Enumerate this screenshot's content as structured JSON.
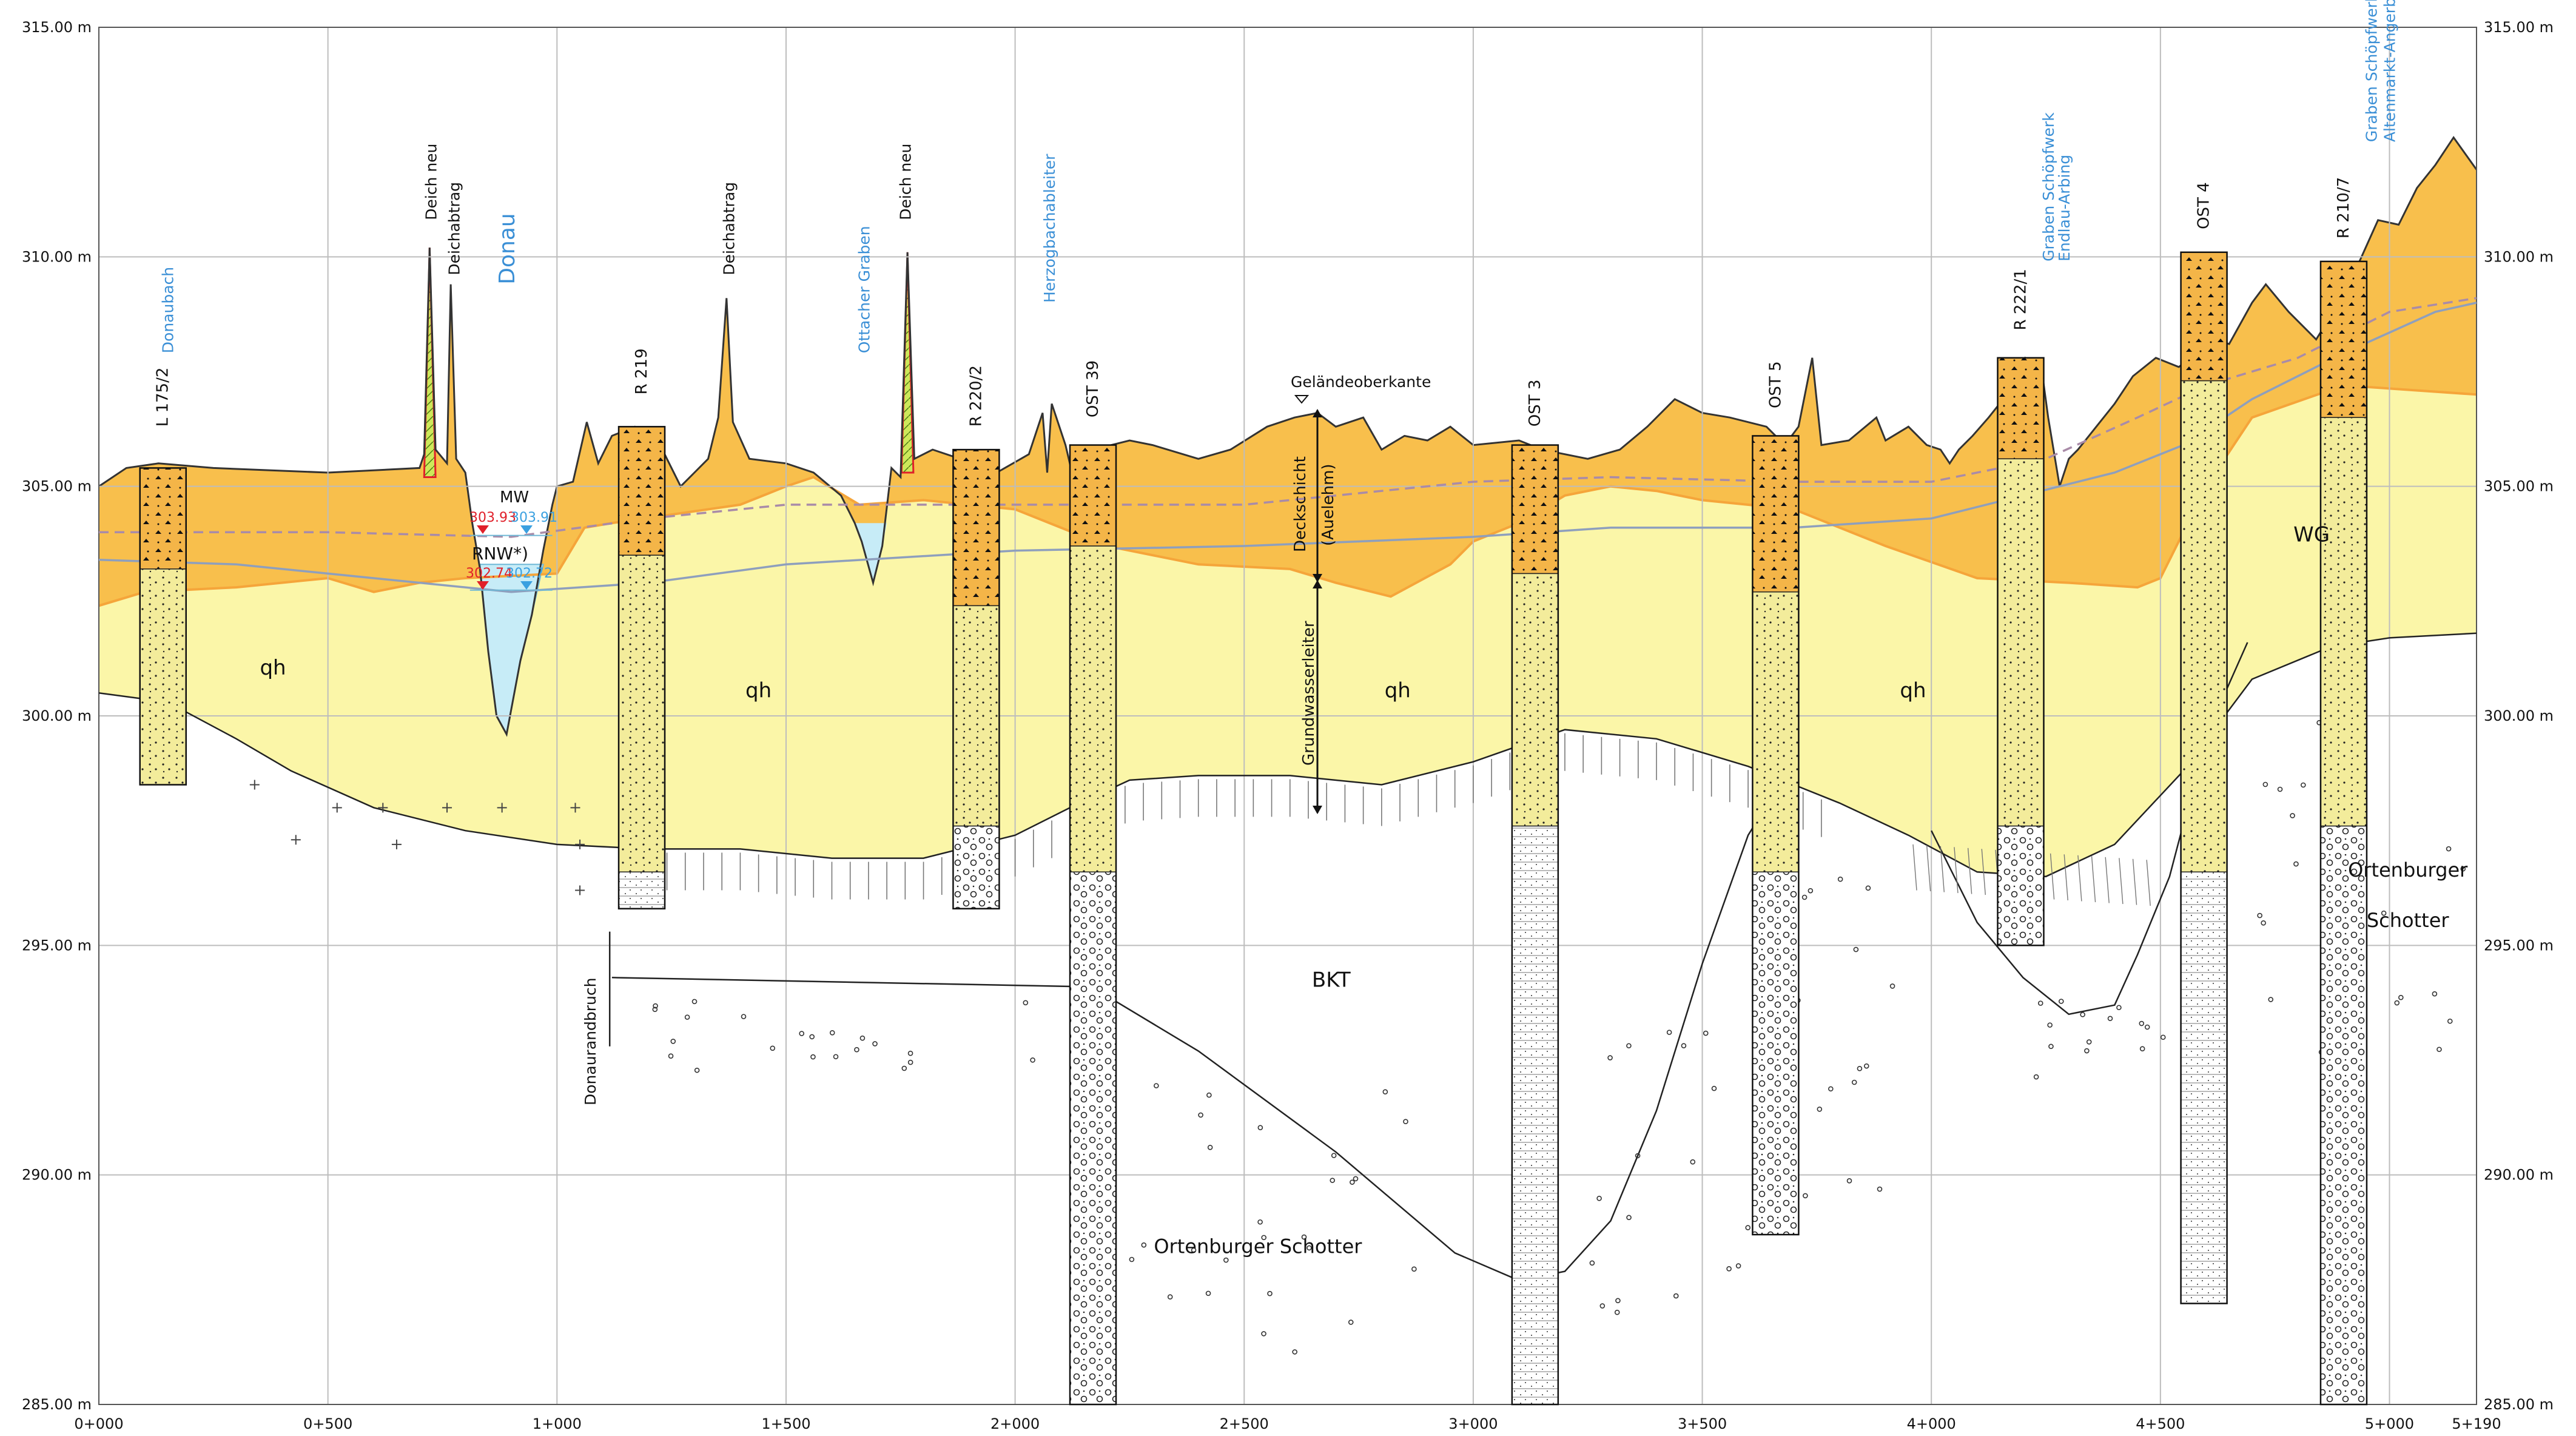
{
  "axes": {
    "elev_labels": [
      "315.00 m",
      "310.00 m",
      "305.00 m",
      "300.00 m",
      "295.00 m",
      "290.00 m",
      "285.00 m"
    ],
    "elev_values": [
      315,
      310,
      305,
      300,
      295,
      290,
      285
    ],
    "station_labels": [
      "0+000",
      "0+500",
      "1+000",
      "1+500",
      "2+000",
      "2+500",
      "3+000",
      "3+500",
      "4+000",
      "4+500",
      "5+000",
      "5+190"
    ],
    "station_values": [
      0,
      500,
      1000,
      1500,
      2000,
      2500,
      3000,
      3500,
      4000,
      4500,
      5000,
      5190
    ],
    "x_range": [
      0,
      5190
    ],
    "y_range": [
      285,
      315
    ]
  },
  "features": [
    {
      "text": "Donaubach",
      "station": 150,
      "elev": 307.9,
      "color": "#3a8fd6",
      "vertical": true
    },
    {
      "text": "Deich neu",
      "station": 725,
      "elev": 310.8,
      "color": "#111111",
      "vertical": true
    },
    {
      "text": "Deichabtrag",
      "station": 775,
      "elev": 309.6,
      "color": "#111111",
      "vertical": true
    },
    {
      "text": "Donau",
      "station": 895,
      "elev": 309.4,
      "color": "#3a8fd6",
      "vertical": true,
      "size": 36
    },
    {
      "text": "Deichabtrag",
      "station": 1375,
      "elev": 309.6,
      "color": "#111111",
      "vertical": true
    },
    {
      "text": "Ottacher Graben",
      "station": 1670,
      "elev": 307.9,
      "color": "#3a8fd6",
      "vertical": true
    },
    {
      "text": "Deich neu",
      "station": 1760,
      "elev": 310.8,
      "color": "#111111",
      "vertical": true
    },
    {
      "text": "Herzogbachableiter",
      "station": 2075,
      "elev": 309.0,
      "color": "#3a8fd6",
      "vertical": true
    },
    {
      "text": "Graben Schöpfwerk",
      "station": 4255,
      "elev": 309.9,
      "color": "#3a8fd6",
      "vertical": true
    },
    {
      "text": "Endlau-Arbing",
      "station": 4290,
      "elev": 309.9,
      "color": "#3a8fd6",
      "vertical": true
    },
    {
      "text": "Graben Schöpfwerk",
      "station": 4960,
      "elev": 312.5,
      "color": "#3a8fd6",
      "vertical": true
    },
    {
      "text": "Altenmarkt-Angerbach",
      "station": 5000,
      "elev": 312.5,
      "color": "#3a8fd6",
      "vertical": true
    }
  ],
  "boreholes": [
    {
      "name": "L 175/2",
      "station": 140,
      "top": 305.4,
      "bottom": 298.5,
      "label_elev": 306.3
    },
    {
      "name": "R 219",
      "station": 1185,
      "top": 306.3,
      "bottom": 295.8,
      "label_elev": 307.0
    },
    {
      "name": "R 220/2",
      "station": 1915,
      "top": 305.8,
      "bottom": 295.8,
      "label_elev": 306.3
    },
    {
      "name": "OST 39",
      "station": 2170,
      "top": 305.9,
      "bottom": 285.0,
      "label_elev": 306.5
    },
    {
      "name": "OST 3",
      "station": 3135,
      "top": 305.9,
      "bottom": 285.0,
      "label_elev": 306.3
    },
    {
      "name": "OST 5",
      "station": 3660,
      "top": 306.1,
      "bottom": 288.7,
      "label_elev": 306.7
    },
    {
      "name": "R 222/1",
      "station": 4195,
      "top": 307.8,
      "bottom": 295.0,
      "label_elev": 308.4
    },
    {
      "name": "OST 4",
      "station": 4595,
      "top": 310.1,
      "bottom": 287.2,
      "label_elev": 310.6
    },
    {
      "name": "R 210/7",
      "station": 4900,
      "top": 309.9,
      "bottom": 285.0,
      "label_elev": 310.4
    }
  ],
  "units": [
    {
      "text": "qh",
      "station": 380,
      "elev": 300.9
    },
    {
      "text": "qh",
      "station": 1440,
      "elev": 300.4
    },
    {
      "text": "qh",
      "station": 2835,
      "elev": 300.4
    },
    {
      "text": "qh",
      "station": 3960,
      "elev": 300.4
    },
    {
      "text": "WG",
      "station": 4830,
      "elev": 303.8
    },
    {
      "text": "BKT",
      "station": 2690,
      "elev": 294.1
    },
    {
      "text": "Ortenburger Schotter",
      "station": 2530,
      "elev": 288.3
    },
    {
      "text": "Ortenburger",
      "station": 5040,
      "elev": 296.5
    },
    {
      "text": "Schotter",
      "station": 5040,
      "elev": 295.4
    }
  ],
  "annotations": {
    "gelaende": "Geländeoberkante",
    "deckschicht": "Deckschicht",
    "auelehm": "(Auelehm)",
    "grundwasserleiter": "Grundwasserleiter",
    "donaurandbruch": "Donaurandbruch",
    "mw": "MW",
    "rnw": "RNW*)",
    "mw_red": "303.93",
    "mw_blue": "303.91",
    "rnw_red": "302.74",
    "rnw_blue": "302.72"
  },
  "colors": {
    "deckschicht": "#f8bf4c",
    "deckschicht_edge": "#f5a53a",
    "aquifer": "#fbf6a8",
    "water": "#c7ecf7",
    "dike": "#cde85a",
    "grid": "#bdbdbd",
    "gw_solid": "#8e9fbd",
    "gw_dashed": "#a98ba8",
    "mw_red": "#e0202a",
    "mw_blue": "#3aa0e0"
  }
}
